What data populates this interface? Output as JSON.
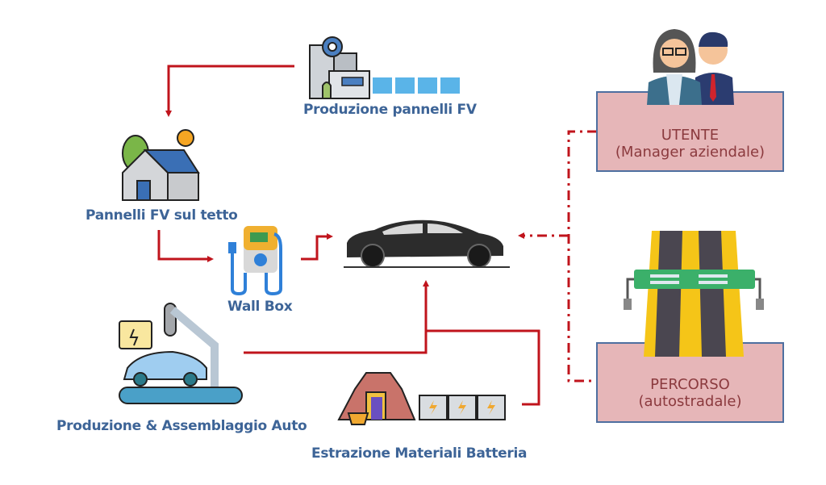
{
  "nodes": {
    "panel_production": {
      "label": "Produzione pannelli FV",
      "icon": "factory-solar-panel-icon"
    },
    "rooftop_pv": {
      "label": "Pannelli FV sul tetto",
      "icon": "house-solar-icon"
    },
    "wall_box": {
      "label": "Wall Box",
      "icon": "ev-charger-icon"
    },
    "electric_car": {
      "label": "",
      "icon": "electric-car-icon"
    },
    "car_production": {
      "label": "Produzione & Assemblaggio Auto",
      "icon": "car-assembly-robot-icon"
    },
    "battery_mining": {
      "label": "Estrazione Materiali Batteria",
      "icon": "mine-battery-icon"
    },
    "user": {
      "title": "UTENTE",
      "subtitle": "(Manager aziendale)",
      "icon": "business-people-icon"
    },
    "route": {
      "title": "PERCORSO",
      "subtitle": "(autostradale)",
      "icon": "highway-icon"
    }
  },
  "connections": [
    {
      "from": "panel_production",
      "to": "rooftop_pv",
      "style": "solid"
    },
    {
      "from": "rooftop_pv",
      "to": "wall_box",
      "style": "solid"
    },
    {
      "from": "wall_box",
      "to": "electric_car",
      "style": "solid"
    },
    {
      "from": "car_production",
      "to": "electric_car",
      "style": "solid"
    },
    {
      "from": "battery_mining",
      "to": "electric_car",
      "style": "solid"
    },
    {
      "from": "user",
      "to": "electric_car",
      "style": "dash-dot"
    },
    {
      "from": "route",
      "to": "electric_car",
      "style": "dash-dot"
    }
  ],
  "colors": {
    "arrow": "#c0141c",
    "label": "#3d6497",
    "box_fill": "#e6b6b8",
    "box_border": "#4e6fa0",
    "box_text": "#8b3a3e"
  }
}
